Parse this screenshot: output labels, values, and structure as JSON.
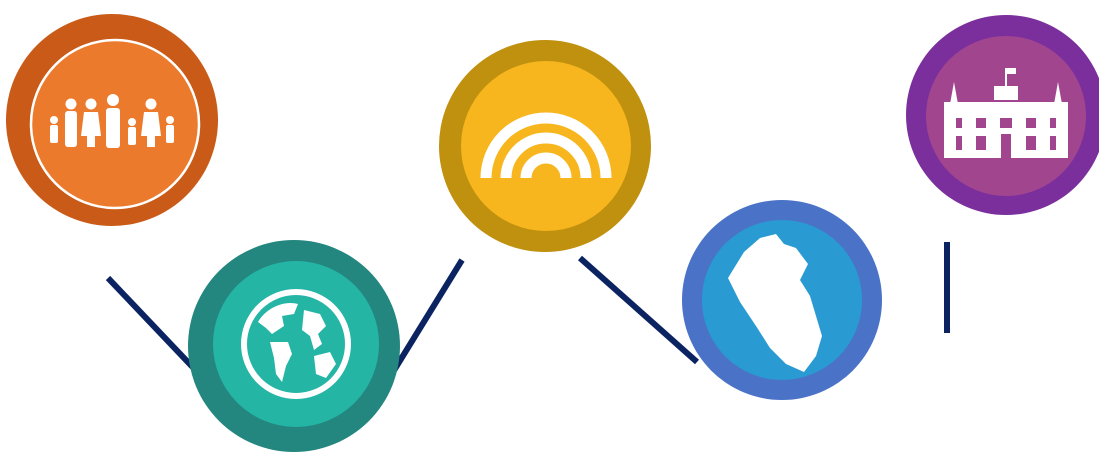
{
  "colors": {
    "background": "#ffffff",
    "connector": "#0b2461",
    "family_ring": "#c95a17",
    "family_fill": "#ec7a2c",
    "globe_ring": "#23877f",
    "globe_fill": "#25b5a5",
    "rainbow_ring": "#c0900f",
    "rainbow_fill": "#f7b51e",
    "peru_ring": "#4a73c8",
    "peru_fill": "#2a9ad2",
    "palace_ring": "#7b2f9c",
    "palace_fill": "#a1458f",
    "icon": "#ffffff"
  },
  "nodes": [
    {
      "id": "family",
      "icon": "family-icon"
    },
    {
      "id": "globe",
      "icon": "globe-icon"
    },
    {
      "id": "rainbow",
      "icon": "rainbow-icon"
    },
    {
      "id": "peru",
      "icon": "peru-map-icon"
    },
    {
      "id": "palace",
      "icon": "government-palace-icon"
    }
  ],
  "connectors": [
    {
      "from": "family",
      "to": "globe"
    },
    {
      "from": "globe",
      "to": "rainbow"
    },
    {
      "from": "rainbow",
      "to": "peru"
    },
    {
      "from": "palace",
      "to": "end"
    }
  ]
}
